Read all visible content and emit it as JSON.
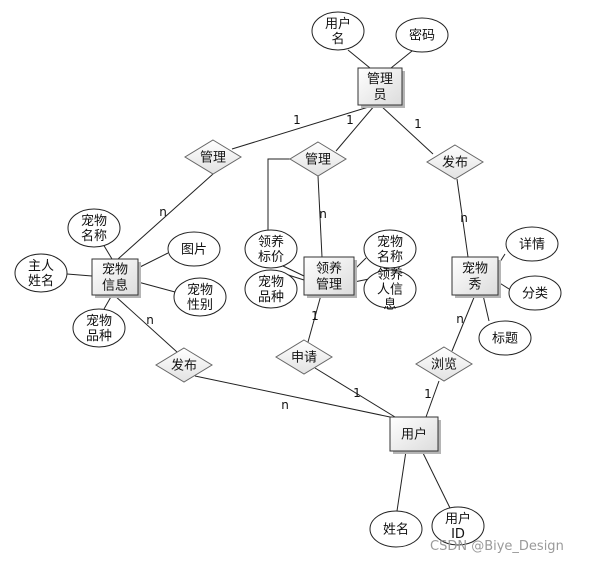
{
  "entities": [
    {
      "id": "admin",
      "lines": [
        "管理",
        "员"
      ]
    },
    {
      "id": "petinfo",
      "lines": [
        "宠物",
        "信息"
      ]
    },
    {
      "id": "adoptmgr",
      "lines": [
        "领养",
        "管理"
      ]
    },
    {
      "id": "petshow",
      "lines": [
        "宠物",
        "秀"
      ]
    },
    {
      "id": "user",
      "lines": [
        "用户"
      ]
    }
  ],
  "relationships": [
    {
      "id": "rel-manage-1",
      "label": "管理"
    },
    {
      "id": "rel-manage-2",
      "label": "管理"
    },
    {
      "id": "rel-publish-1",
      "label": "发布"
    },
    {
      "id": "rel-publish-2",
      "label": "发布"
    },
    {
      "id": "rel-apply",
      "label": "申请"
    },
    {
      "id": "rel-browse",
      "label": "浏览"
    }
  ],
  "attributes": [
    {
      "id": "attr-username",
      "lines": [
        "用户",
        "名"
      ]
    },
    {
      "id": "attr-password",
      "lines": [
        "密码"
      ]
    },
    {
      "id": "attr-pet-name",
      "lines": [
        "宠物",
        "名称"
      ]
    },
    {
      "id": "attr-picture",
      "lines": [
        "图片"
      ]
    },
    {
      "id": "attr-owner-name",
      "lines": [
        "主人",
        "姓名"
      ]
    },
    {
      "id": "attr-pet-gender",
      "lines": [
        "宠物",
        "性别"
      ]
    },
    {
      "id": "attr-pet-breed",
      "lines": [
        "宠物",
        "品种"
      ]
    },
    {
      "id": "attr-adopt-price",
      "lines": [
        "领养",
        "标价"
      ]
    },
    {
      "id": "attr-adopt-breed",
      "lines": [
        "宠物",
        "品种"
      ]
    },
    {
      "id": "attr-adopt-petname",
      "lines": [
        "宠物",
        "名称"
      ]
    },
    {
      "id": "attr-adopter-info",
      "lines": [
        "领养",
        "人信",
        "息"
      ]
    },
    {
      "id": "attr-details",
      "lines": [
        "详情"
      ]
    },
    {
      "id": "attr-category",
      "lines": [
        "分类"
      ]
    },
    {
      "id": "attr-title",
      "lines": [
        "标题"
      ]
    },
    {
      "id": "attr-real-name",
      "lines": [
        "姓名"
      ]
    },
    {
      "id": "attr-user-id",
      "lines": [
        "用户",
        "ID"
      ]
    }
  ],
  "cardinalities": [
    "1",
    "1",
    "1",
    "n",
    "n",
    "n",
    "n",
    "1",
    "n",
    "1",
    "n",
    "1"
  ],
  "watermark": "CSDN @Biye_Design"
}
